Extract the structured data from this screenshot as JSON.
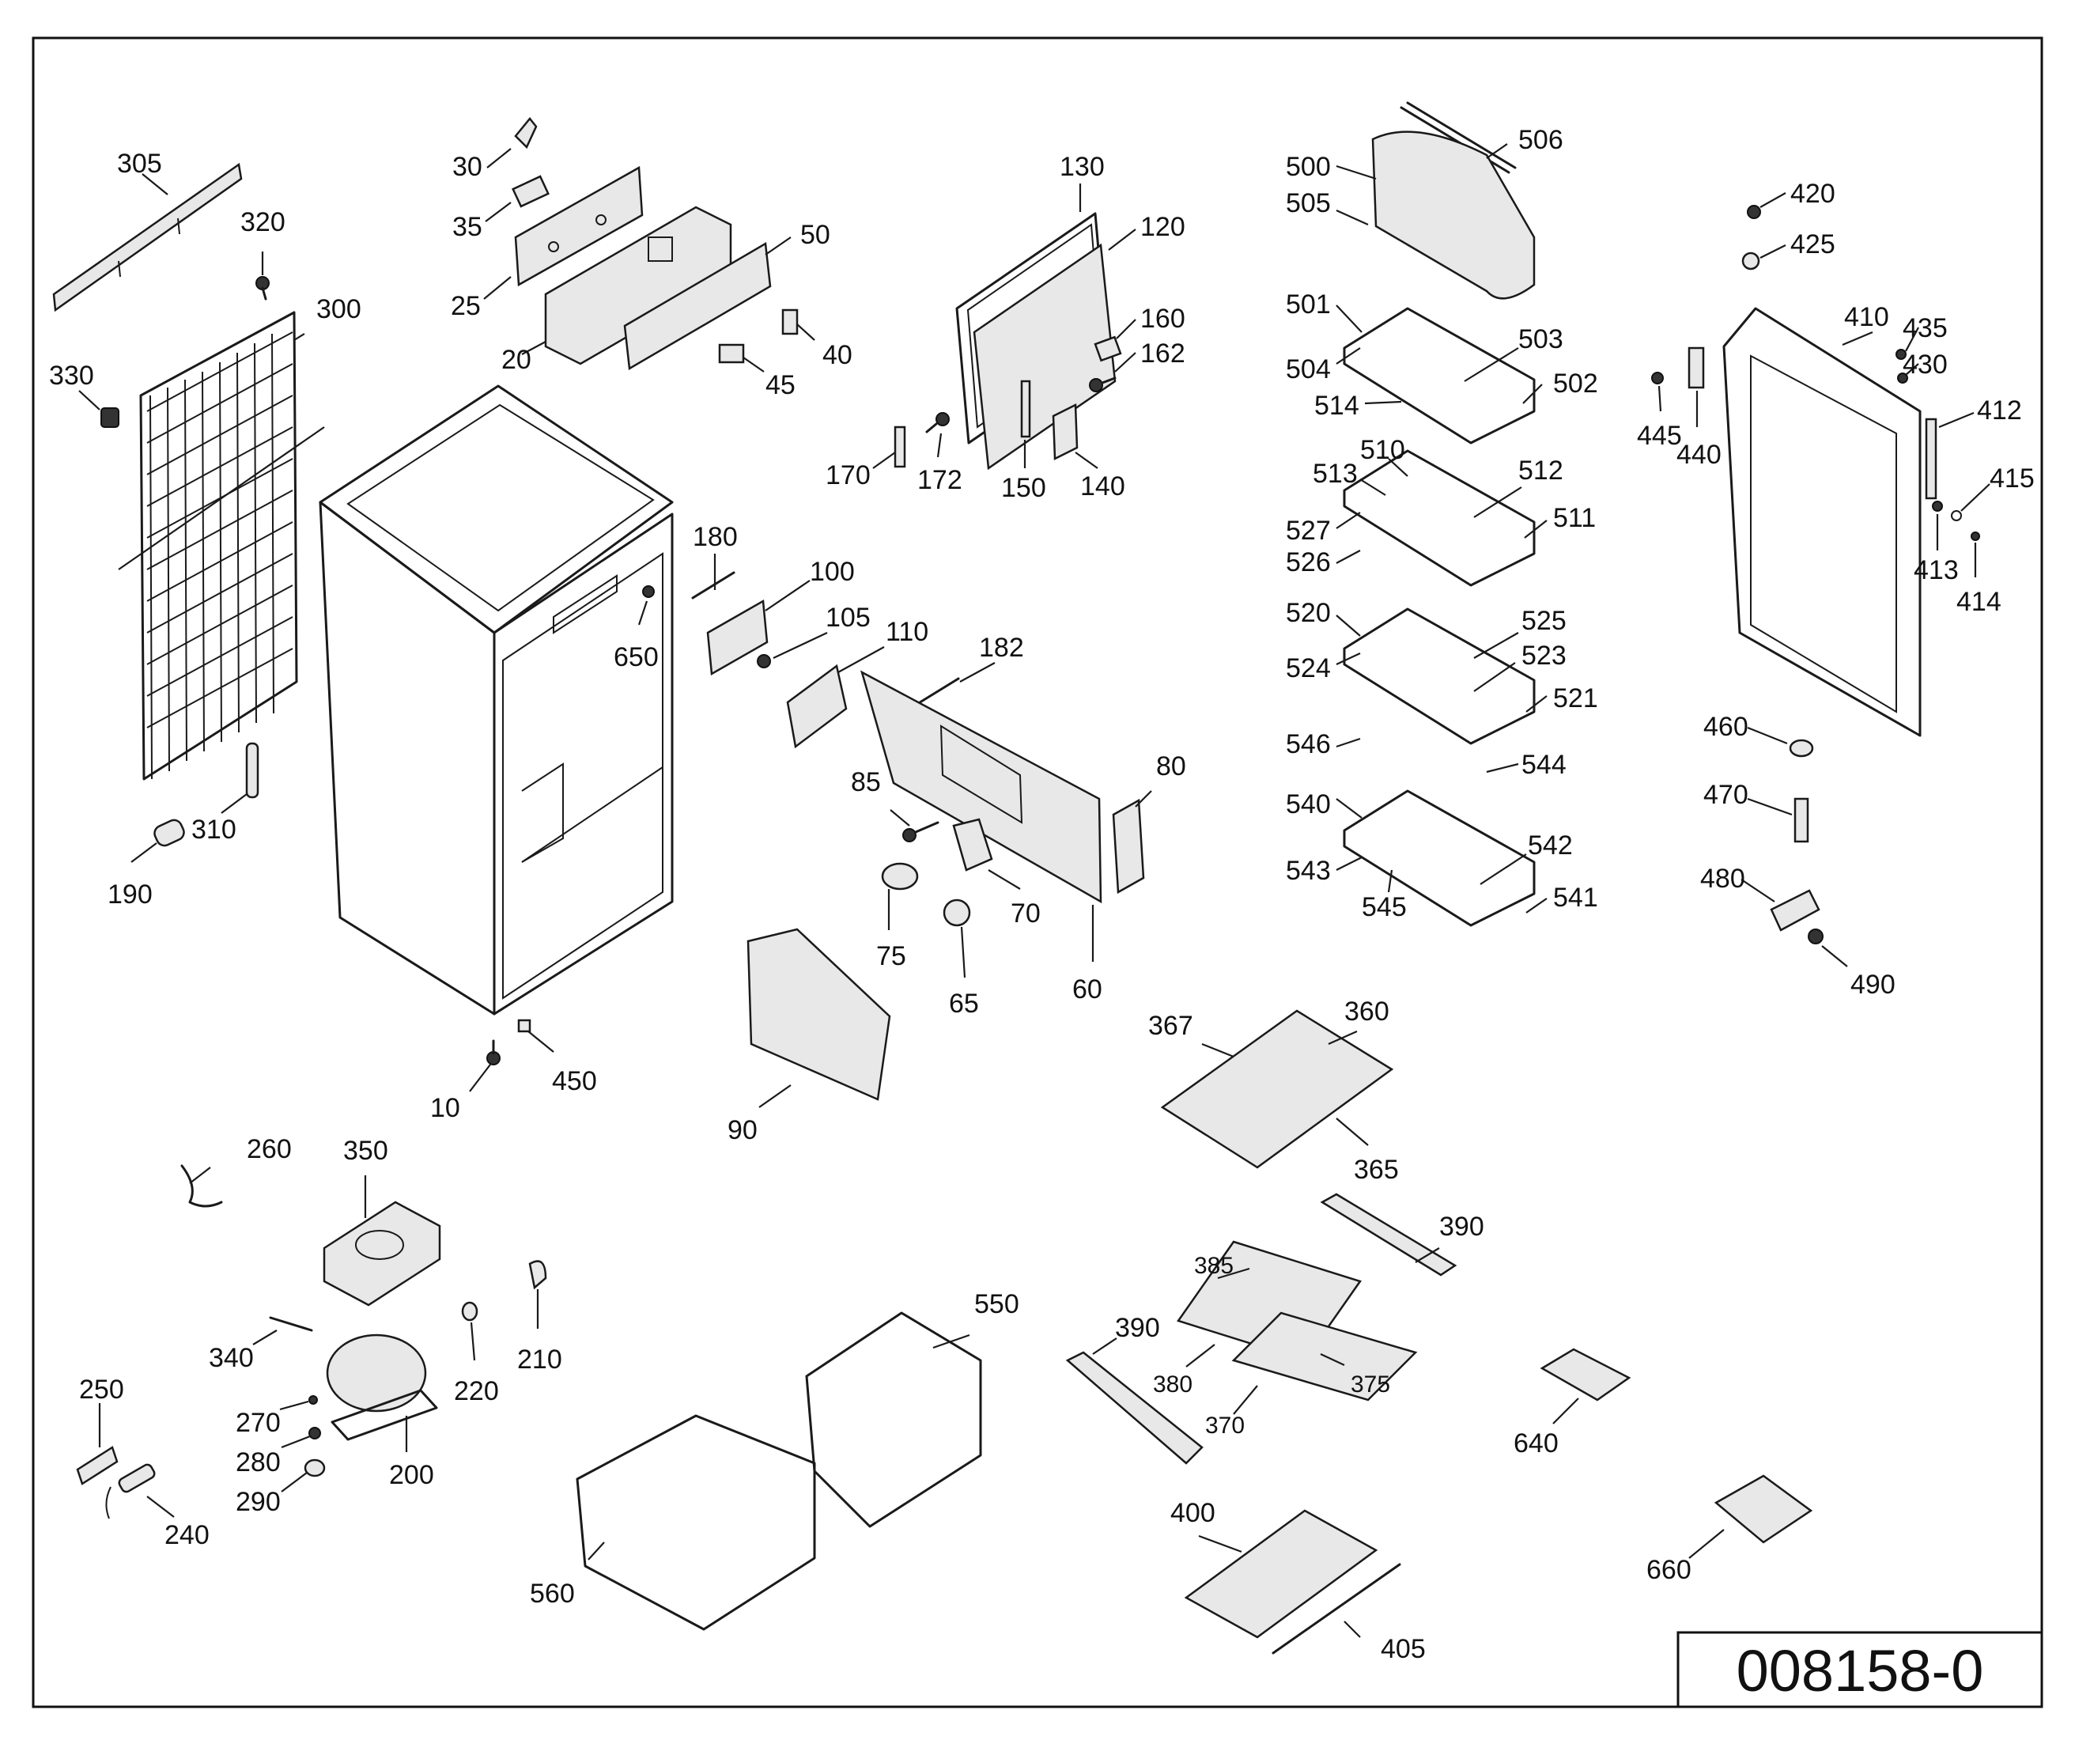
{
  "document_number": "008158-0",
  "part_labels": [
    "305",
    "320",
    "300",
    "330",
    "310",
    "190",
    "30",
    "35",
    "25",
    "50",
    "20",
    "40",
    "45",
    "130",
    "120",
    "160",
    "162",
    "170",
    "172",
    "150",
    "140",
    "180",
    "100",
    "650",
    "105",
    "110",
    "182",
    "85",
    "80",
    "75",
    "70",
    "65",
    "60",
    "90",
    "10",
    "450",
    "500",
    "506",
    "505",
    "501",
    "503",
    "504",
    "502",
    "514",
    "510",
    "513",
    "512",
    "511",
    "527",
    "526",
    "520",
    "525",
    "524",
    "523",
    "521",
    "546",
    "544",
    "540",
    "542",
    "543",
    "541",
    "545",
    "420",
    "425",
    "410",
    "435",
    "430",
    "445",
    "440",
    "412",
    "415",
    "413",
    "414",
    "460",
    "470",
    "480",
    "490",
    "367",
    "360",
    "365",
    "390",
    "385",
    "390",
    "380",
    "375",
    "370",
    "400",
    "405",
    "640",
    "660",
    "260",
    "350",
    "340",
    "220",
    "210",
    "250",
    "270",
    "280",
    "290",
    "200",
    "240",
    "550",
    "560"
  ]
}
